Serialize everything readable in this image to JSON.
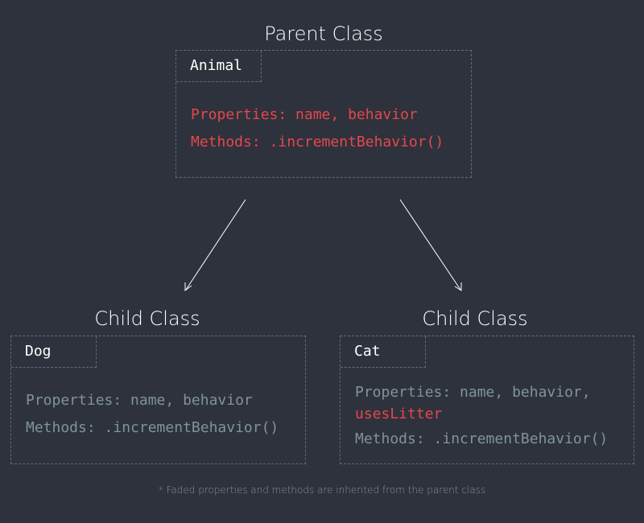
{
  "parent": {
    "heading": "Parent Class",
    "class_name": "Animal",
    "properties_line": "Properties: name, behavior",
    "methods_line": "Methods: .incrementBehavior()"
  },
  "dog": {
    "heading": "Child Class",
    "class_name": "Dog",
    "properties_line": "Properties: name, behavior",
    "methods_line": "Methods: .incrementBehavior()"
  },
  "cat": {
    "heading": "Child Class",
    "class_name": "Cat",
    "properties_line": "Properties: name, behavior,",
    "extra_property": "usesLitter",
    "methods_line": "Methods: .incrementBehavior()"
  },
  "footnote": "* Faded properties and methods are inherited from the parent class",
  "colors": {
    "background": "#2e323c",
    "own_member": "#e6474d",
    "inherited_member": "#7f939e",
    "border": "#5b6f7c",
    "text": "#ffffff"
  }
}
